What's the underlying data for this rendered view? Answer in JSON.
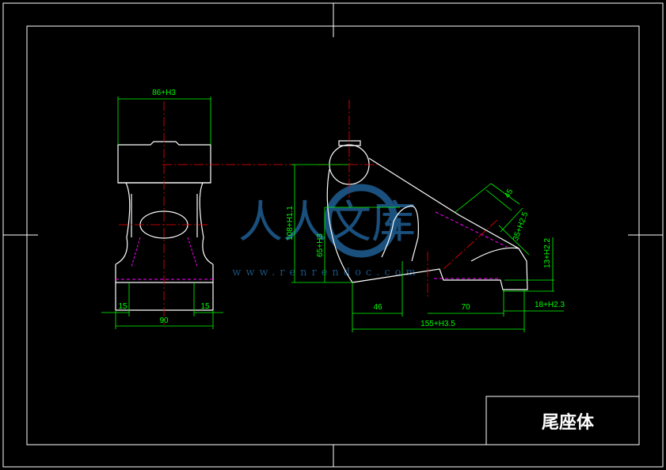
{
  "title_block": {
    "title": "尾座体"
  },
  "dimensions": {
    "front_top_width": "86+H3",
    "front_base_left": "15",
    "front_base_right": "15",
    "front_base_width": "90",
    "side_height_total": "108+H1.1",
    "side_height_mid": "65+H3",
    "side_base_left": "46",
    "side_base_mid": "70",
    "side_base_total": "155+H3.5",
    "side_right_small": "18+H2.3",
    "side_right_height": "13+H2.2",
    "side_rib_inclined": "35+H2.5",
    "side_rib_top": "45"
  },
  "watermark": {
    "text": "人人文库",
    "url": "www.renrendoc.com"
  },
  "colors": {
    "outline": "#ffffff",
    "centerline": "#ff0000",
    "dimension": "#00ff00",
    "hidden": "#ff00ff",
    "watermark": "#1f5f93"
  }
}
